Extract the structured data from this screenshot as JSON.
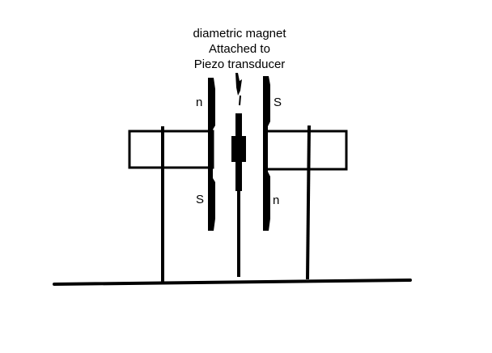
{
  "caption": {
    "line1": "diametric magnet",
    "line2": "Attached to",
    "line3": "Piezo transducer"
  },
  "poles": {
    "left_top": "n",
    "left_bottom": "S",
    "right_top": "S",
    "right_bottom": "n"
  },
  "colors": {
    "ink": "#000000",
    "background": "#ffffff"
  }
}
